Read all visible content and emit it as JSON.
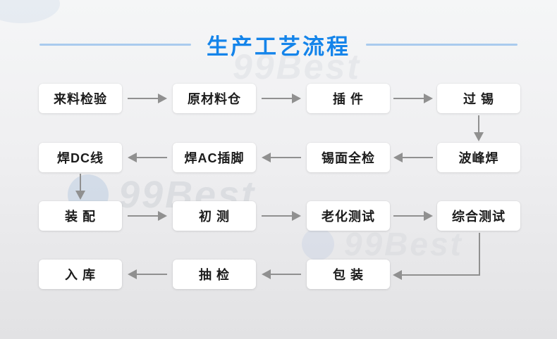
{
  "header": {
    "title": "生产工艺流程",
    "title_color": "#1484ea",
    "divider_color": "#a9cbee"
  },
  "watermark": {
    "text": "99Best"
  },
  "flow": {
    "node_bg": "#ffffff",
    "node_text_color": "#1b1b1b",
    "arrow_color": "#909090",
    "nodes": [
      {
        "label": "来料检验",
        "row": 1,
        "col": 1
      },
      {
        "label": "原材料仓",
        "row": 1,
        "col": 2
      },
      {
        "label": "插 件",
        "row": 1,
        "col": 3
      },
      {
        "label": "过 锡",
        "row": 1,
        "col": 4
      },
      {
        "label": "焊DC线",
        "row": 2,
        "col": 1
      },
      {
        "label": "焊AC插脚",
        "row": 2,
        "col": 2
      },
      {
        "label": "锡面全检",
        "row": 2,
        "col": 3
      },
      {
        "label": "波峰焊",
        "row": 2,
        "col": 4
      },
      {
        "label": "装 配",
        "row": 3,
        "col": 1
      },
      {
        "label": "初 测",
        "row": 3,
        "col": 2
      },
      {
        "label": "老化测试",
        "row": 3,
        "col": 3
      },
      {
        "label": "综合测试",
        "row": 3,
        "col": 4
      },
      {
        "label": "入 库",
        "row": 4,
        "col": 1
      },
      {
        "label": "抽 检",
        "row": 4,
        "col": 2
      },
      {
        "label": "包 装",
        "row": 4,
        "col": 3
      }
    ],
    "edges": [
      {
        "from": "来料检验",
        "to": "原材料仓"
      },
      {
        "from": "原材料仓",
        "to": "插 件"
      },
      {
        "from": "插 件",
        "to": "过 锡"
      },
      {
        "from": "过 锡",
        "to": "波峰焊"
      },
      {
        "from": "波峰焊",
        "to": "锡面全检"
      },
      {
        "from": "锡面全检",
        "to": "焊AC插脚"
      },
      {
        "from": "焊AC插脚",
        "to": "焊DC线"
      },
      {
        "from": "焊DC线",
        "to": "装 配"
      },
      {
        "from": "装 配",
        "to": "初 测"
      },
      {
        "from": "初 测",
        "to": "老化测试"
      },
      {
        "from": "老化测试",
        "to": "综合测试"
      },
      {
        "from": "综合测试",
        "to": "包 装"
      },
      {
        "from": "包 装",
        "to": "抽 检"
      },
      {
        "from": "抽 检",
        "to": "入 库"
      }
    ]
  }
}
